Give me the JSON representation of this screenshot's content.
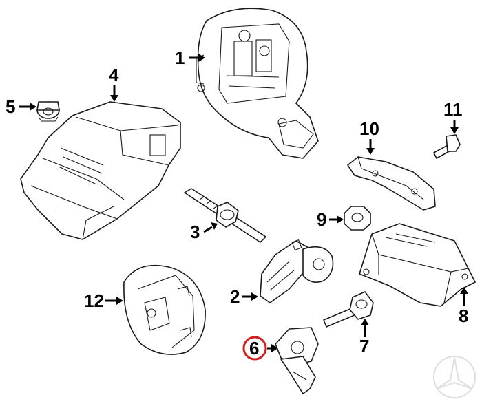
{
  "diagram": {
    "callouts": [
      {
        "id": "1",
        "label": "1"
      },
      {
        "id": "2",
        "label": "2"
      },
      {
        "id": "3",
        "label": "3"
      },
      {
        "id": "4",
        "label": "4"
      },
      {
        "id": "5",
        "label": "5"
      },
      {
        "id": "6",
        "label": "6",
        "highlighted": true
      },
      {
        "id": "7",
        "label": "7"
      },
      {
        "id": "8",
        "label": "8"
      },
      {
        "id": "9",
        "label": "9"
      },
      {
        "id": "10",
        "label": "10"
      },
      {
        "id": "11",
        "label": "11"
      },
      {
        "id": "12",
        "label": "12"
      }
    ],
    "highlight_color": "#d41c1c",
    "watermark": "three-pointed-star-logo"
  }
}
